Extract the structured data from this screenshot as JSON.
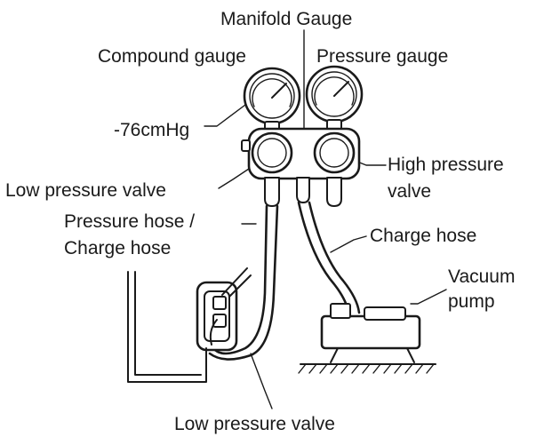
{
  "labels": {
    "manifold_gauge": "Manifold Gauge",
    "compound_gauge": "Compound gauge",
    "pressure_gauge": "Pressure gauge",
    "vacuum_reading": "-76cmHg",
    "low_pressure_valve_top": "Low pressure valve",
    "high_pressure_valve_line1": "High pressure",
    "high_pressure_valve_line2": "valve",
    "pressure_hose_line1": "Pressure hose /",
    "pressure_hose_line2": "Charge hose",
    "charge_hose": "Charge hose",
    "vacuum_pump_line1": "Vacuum",
    "vacuum_pump_line2": "pump",
    "low_pressure_valve_bottom": "Low pressure valve"
  },
  "colors": {
    "line": "#1a1a1a",
    "background": "#ffffff"
  }
}
